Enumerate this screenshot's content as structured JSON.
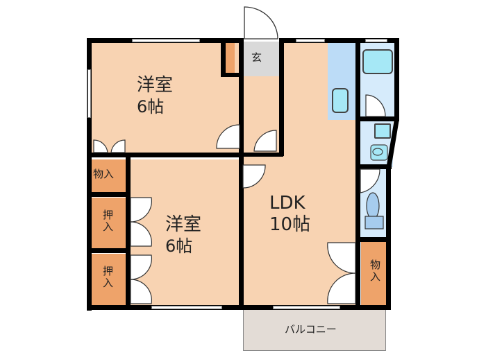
{
  "floor_plan": {
    "rooms": [
      {
        "id": "western-room-north",
        "name": "洋室",
        "size": "6帖"
      },
      {
        "id": "western-room-south",
        "name": "洋室",
        "size": "6帖"
      },
      {
        "id": "ldk",
        "name": "LDK",
        "size": "10帖"
      },
      {
        "id": "entrance",
        "name": "玄"
      },
      {
        "id": "storage-north",
        "name": "物入"
      },
      {
        "id": "closet-1",
        "name": "押入"
      },
      {
        "id": "closet-2",
        "name": "押入"
      },
      {
        "id": "storage-east",
        "name": "物入"
      },
      {
        "id": "balcony",
        "name": "バルコニー"
      }
    ],
    "colors": {
      "room": "#f8d3b2",
      "storage": "#eea36a",
      "entrance": "#d9d9d9",
      "wet_area": "#d6ebfb",
      "balcony": "#e3dcd6",
      "wall": "#000000"
    }
  }
}
